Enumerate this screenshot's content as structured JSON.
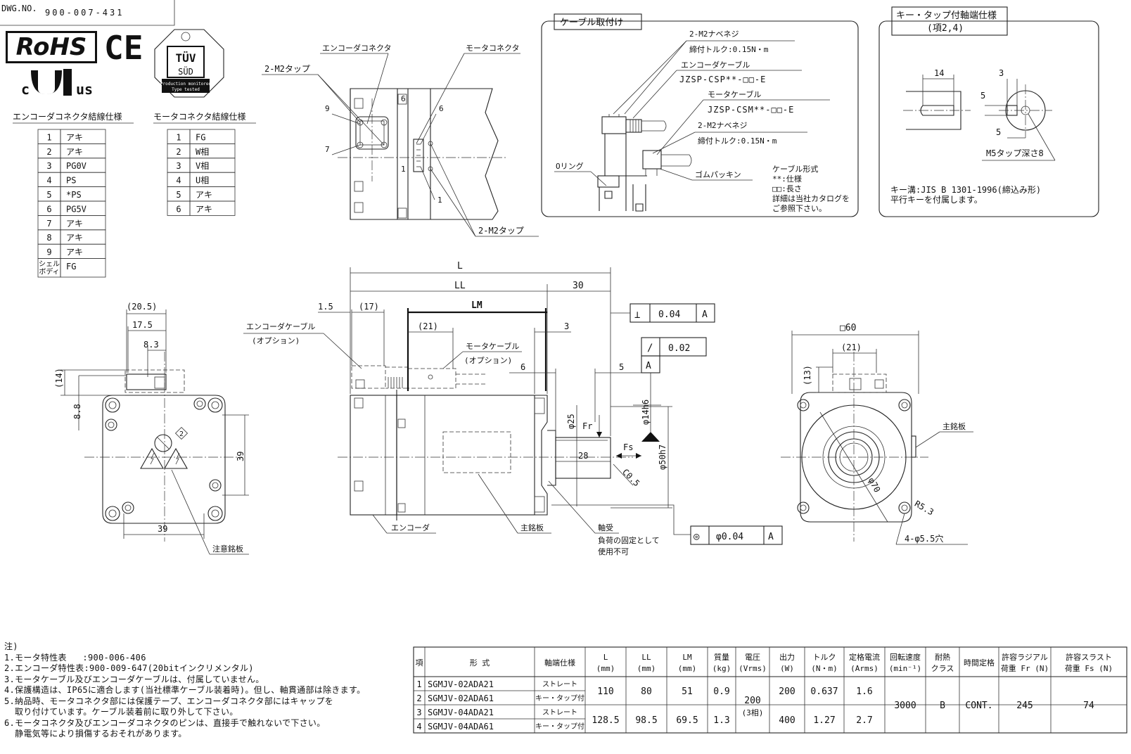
{
  "drawing_number": {
    "label": "DWG.NO.",
    "value": "900-007-431"
  },
  "certifications": {
    "rohs": "RoHS",
    "ce": "CE",
    "ul_left": "c",
    "ul_right": "us",
    "tuv_top": "TÜV",
    "tuv_bottom": "SÜD",
    "tuv_note1": "Production monitored",
    "tuv_note2": "Type tested"
  },
  "encoder_table": {
    "title": "エンコーダコネクタ結線仕様",
    "rows": [
      [
        "1",
        "アキ"
      ],
      [
        "2",
        "アキ"
      ],
      [
        "3",
        "PG0V"
      ],
      [
        "4",
        "PS"
      ],
      [
        "5",
        "*PS"
      ],
      [
        "6",
        "PG5V"
      ],
      [
        "7",
        "アキ"
      ],
      [
        "8",
        "アキ"
      ],
      [
        "9",
        "アキ"
      ],
      [
        "シェル\nボディ",
        "FG"
      ]
    ]
  },
  "motor_table": {
    "title": "モータコネクタ結線仕様",
    "rows": [
      [
        "1",
        "FG"
      ],
      [
        "2",
        "W相"
      ],
      [
        "3",
        "V相"
      ],
      [
        "4",
        "U相"
      ],
      [
        "5",
        "アキ"
      ],
      [
        "6",
        "アキ"
      ]
    ]
  },
  "connector_view": {
    "encoder_connector": "エンコーダコネクタ",
    "motor_connector": "モータコネクタ",
    "tap_top": "2-M2タップ",
    "tap_bottom": "2-M2タップ",
    "pin9": "9",
    "pin7": "7",
    "pin6a": "6",
    "pin6b": "6",
    "pin1a": "1",
    "pin1b": "1"
  },
  "cable_box": {
    "title": "ケーブル取付け",
    "screw1": "2-M2ナベネジ",
    "torque1": "締付トルク:0.15N・m",
    "enc_cable": "エンコーダケーブル",
    "enc_part": "JZSP-CSP**-□□-E",
    "mot_cable": "モータケーブル",
    "mot_part": "JZSP-CSM**-□□-E",
    "screw2": "2-M2ナベネジ",
    "torque2": "締付トルク:0.15N・m",
    "oring": "Oリング",
    "gasket": "ゴムパッキン",
    "form_title": "ケーブル形式",
    "form1": "**:仕様",
    "form2": "□□:長さ",
    "form3": "詳細は当社カタログを",
    "form4": "ご参照下さい。"
  },
  "key_box": {
    "title1": "キー・タップ付軸端仕様",
    "title2": "(項2,4)",
    "d14": "14",
    "d3": "3",
    "d5a": "5",
    "d5b": "5",
    "tap": "M5タップ深さ8",
    "note1": "キー溝:JIS B 1301-1996(締込み形)",
    "note2": "平行キーを付属します。"
  },
  "front_view": {
    "d205": "(20.5)",
    "d175": "17.5",
    "d83": "8.3",
    "d14": "(14)",
    "d88": "8.8",
    "d39v": "39",
    "d39h": "39",
    "caution": "注意銘板",
    "mark2": "2"
  },
  "side_view": {
    "L": "L",
    "LL": "LL",
    "d30": "30",
    "LM": "LM",
    "d15": "1.5",
    "d17": "(17)",
    "d21": "(21)",
    "d3": "3",
    "d6": "6",
    "d5": "5",
    "enc_cable1": "エンコーダケーブル",
    "enc_cable2": "(オプション)",
    "mot_cable1": "モータケーブル",
    "mot_cable2": "(オプション)",
    "perp_sym": "⊥",
    "perp_val": "0.04",
    "perp_ref": "A",
    "runout_sym": "/",
    "runout_val": "0.02",
    "runout_ref": "A",
    "conc_sym": "◎",
    "conc_val": "φ0.04",
    "conc_ref": "A",
    "d25": "φ25",
    "d14h6": "φ14h6",
    "d50h7": "φ50h7",
    "d28": "28",
    "Fr": "Fr",
    "Fs": "Fs",
    "c05": "C0.5",
    "encoder": "エンコーダ",
    "nameplate": "主銘板",
    "bearing": "軸受",
    "bearing_note1": "負荷の固定として",
    "bearing_note2": "使用不可"
  },
  "rear_view": {
    "d60": "□60",
    "d21": "(21)",
    "d13": "(13)",
    "d70": "φ70",
    "r53": "R5.3",
    "holes": "4-φ5.5穴",
    "nameplate": "主銘板"
  },
  "notes": {
    "title": "注)",
    "lines": [
      "1.モータ特性表   :900-006-406",
      "2.エンコーダ特性表:900-009-647(20bitインクリメンタル)",
      "3.モータケーブル及びエンコーダケーブルは、付属していません。",
      "4.保護構造は、IP65に適合します(当社標準ケーブル装着時)。但し、軸貫通部は除きます。",
      "5.納品時、モータコネクタ部には保護テープ、エンコーダコネクタ部にはキャップを",
      "  取り付けています。ケーブル装着前に取り外して下さい。",
      "6.モータコネクタ及びエンコーダコネクタのピンは、直接手で触れないで下さい。",
      "  静電気等により損傷するおそれがあります。"
    ]
  },
  "spec_table": {
    "headers": [
      "項",
      "形 式",
      "軸端仕様",
      "L\n(mm)",
      "LL\n(mm)",
      "LM\n(mm)",
      "質量\n(kg)",
      "電圧\n(Vrms)",
      "出力\n(W)",
      "トルク\n(N・m)",
      "定格電流\n(Arms)",
      "回転速度\n(min⁻¹)",
      "耐熱\nクラス",
      "時間定格",
      "許容ラジアル\n荷重 Fr (N)",
      "許容スラスト\n荷重 Fs (N)"
    ],
    "rows": [
      {
        "no": "1",
        "model": "SGMJV-02ADA21",
        "shaft": "ストレート"
      },
      {
        "no": "2",
        "model": "SGMJV-02ADA61",
        "shaft": "キー・タップ付"
      },
      {
        "no": "3",
        "model": "SGMJV-04ADA21",
        "shaft": "ストレート"
      },
      {
        "no": "4",
        "model": "SGMJV-04ADA61",
        "shaft": "キー・タップ付"
      }
    ],
    "group_a": {
      "L": "110",
      "LL": "80",
      "LM": "51",
      "mass": "0.9",
      "power": "200",
      "torque": "0.637",
      "current": "1.6"
    },
    "group_b": {
      "L": "128.5",
      "LL": "98.5",
      "LM": "69.5",
      "mass": "1.3",
      "power": "400",
      "torque": "1.27",
      "current": "2.7"
    },
    "common": {
      "voltage1": "200",
      "voltage2": "(3相)",
      "speed": "3000",
      "class": "B",
      "rating": "CONT.",
      "fr": "245",
      "fs": "74"
    }
  }
}
